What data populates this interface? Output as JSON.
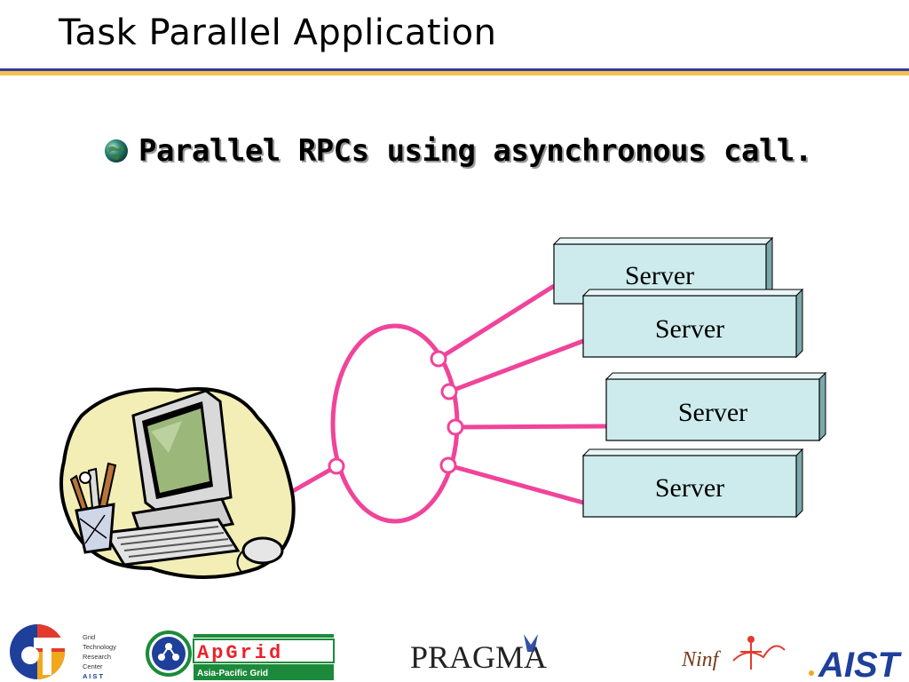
{
  "slide": {
    "title": "Task Parallel Application",
    "bullet": "Parallel RPCs using asynchronous call."
  },
  "diagram": {
    "servers": [
      {
        "label": "Server"
      },
      {
        "label": "Server"
      },
      {
        "label": "Server"
      },
      {
        "label": "Server"
      }
    ],
    "colors": {
      "connector": "#f0449a",
      "server_fill": "#cdebed",
      "server_edge": "#000000",
      "title_rule_blue": "#3a3aa0",
      "title_rule_gold": "#f2c14e"
    },
    "icons": [
      "computer-clipart-icon",
      "globe-bullet-icon"
    ]
  },
  "footer": {
    "gtrc_lines": [
      "Grid",
      "Technology",
      "Research",
      "Center",
      "A I S T"
    ],
    "apgrid_caption": "Asia-Pacific Grid",
    "pragma": "PRAGMA",
    "ninf": "Ninf",
    "aist": "AIST"
  }
}
